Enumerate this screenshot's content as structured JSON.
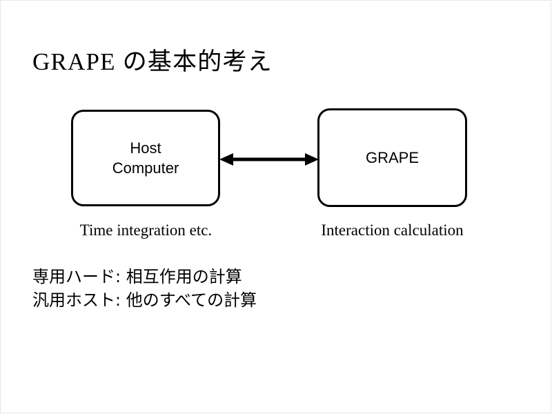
{
  "slide": {
    "title": "GRAPE の基本的考え",
    "background_color": "#ffffff",
    "text_color": "#000000",
    "border_color": "#e8e8e8"
  },
  "diagram": {
    "nodes": [
      {
        "id": "host",
        "label": "Host\nComputer",
        "caption": "Time integration etc."
      },
      {
        "id": "grape",
        "label": "GRAPE",
        "caption": "Interaction calculation"
      }
    ],
    "connector": {
      "name": "bidirectional-arrow",
      "style": "double-headed",
      "color": "#000000"
    }
  },
  "bullets": [
    "専用ハード: 相互作用の計算",
    "汎用ホスト: 他のすべての計算"
  ]
}
